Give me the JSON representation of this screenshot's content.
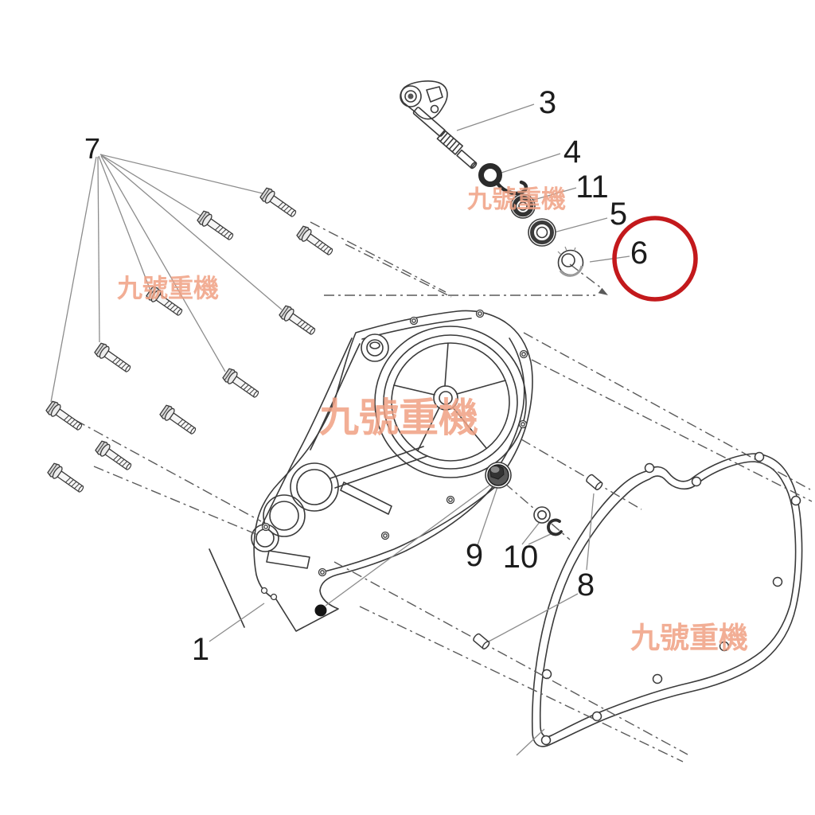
{
  "diagram_type": "exploded-parts-diagram",
  "colors": {
    "background": "#ffffff",
    "drawing_line": "#3a3a3a",
    "leader_line": "#8c8c8c",
    "centerline": "#5a5a5a",
    "watermark": "#f0a183",
    "highlight": "#c3191c"
  },
  "watermark": {
    "text": "九號重機",
    "color": "#f0a183",
    "instances": 4
  },
  "labels": {
    "p1": "1",
    "p3": "3",
    "p4": "4",
    "p5": "5",
    "p6": "6",
    "p7": "7",
    "p8": "8",
    "p9": "9",
    "p10": "10",
    "p11": "11"
  },
  "highlight": {
    "shape": "circle",
    "around_label": "6",
    "color": "#c3191c"
  }
}
